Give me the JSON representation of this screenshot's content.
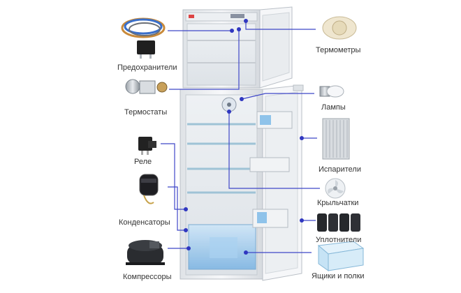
{
  "labels": {
    "fuses": "Предохранители",
    "thermostats": "Термостаты",
    "relay": "Реле",
    "capacitors": "Конденсаторы",
    "compressors": "Компрессоры",
    "thermometers": "Термометры",
    "lamps": "Лампы",
    "evaporators": "Испарители",
    "impellers": "Крыльчатки",
    "seals": "Уплотнители",
    "shelves": "Ящики и полки"
  },
  "colors": {
    "line": "#3f47c8",
    "dot": "#3037c0",
    "fridge_body": "#f2f4f6",
    "fridge_inner": "#e6eaee",
    "drawer": "#8fc3ea",
    "label_text": "#333333"
  },
  "icons": [
    "wires-fuse-icon",
    "thermostat-icon",
    "relay-icon",
    "capacitor-icon",
    "compressor-icon",
    "thermometer-icon",
    "lamp-icon",
    "evaporator-icon",
    "fan-impeller-icon",
    "door-seals-icon",
    "drawer-box-icon"
  ]
}
